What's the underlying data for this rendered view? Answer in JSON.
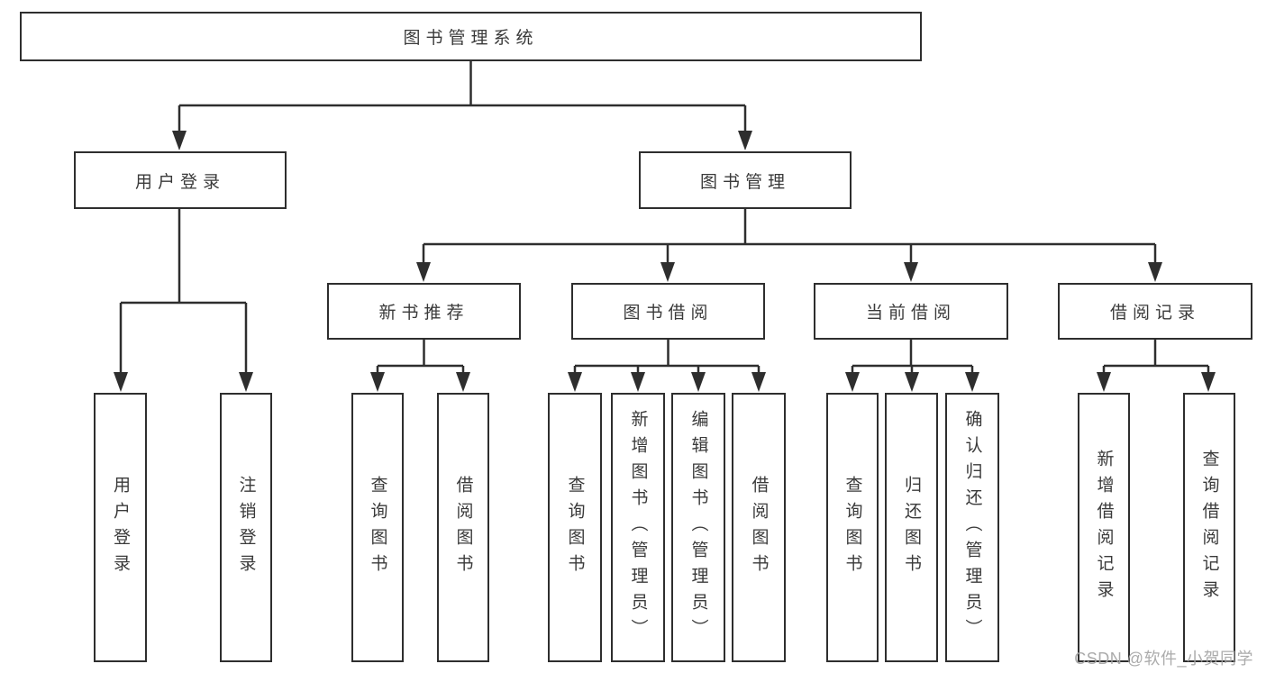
{
  "diagram": {
    "root": {
      "label": "图书管理系统"
    },
    "user_branch": {
      "label": "用户登录",
      "children": [
        {
          "label": "用户登录"
        },
        {
          "label": "注销登录"
        }
      ]
    },
    "management_branch": {
      "label": "图书管理",
      "groups": [
        {
          "label": "新书推荐",
          "children": [
            {
              "label": "查询图书"
            },
            {
              "label": "借阅图书"
            }
          ]
        },
        {
          "label": "图书借阅",
          "children": [
            {
              "label": "查询图书"
            },
            {
              "label": "新增图书（管理员）"
            },
            {
              "label": "编辑图书（管理员）"
            },
            {
              "label": "借阅图书"
            }
          ]
        },
        {
          "label": "当前借阅",
          "children": [
            {
              "label": "查询图书"
            },
            {
              "label": "归还图书"
            },
            {
              "label": "确认归还（管理员）"
            }
          ]
        },
        {
          "label": "借阅记录",
          "children": [
            {
              "label": "新增借阅记录"
            },
            {
              "label": "查询借阅记录"
            }
          ]
        }
      ]
    }
  },
  "watermark": {
    "text": "CSDN @软件_小贺同学"
  },
  "colors": {
    "line": "#2e2e2e",
    "box_border": "#2e2e2e",
    "text": "#3a3a3a",
    "background": "#ffffff",
    "watermark": "#a4a4a4"
  }
}
